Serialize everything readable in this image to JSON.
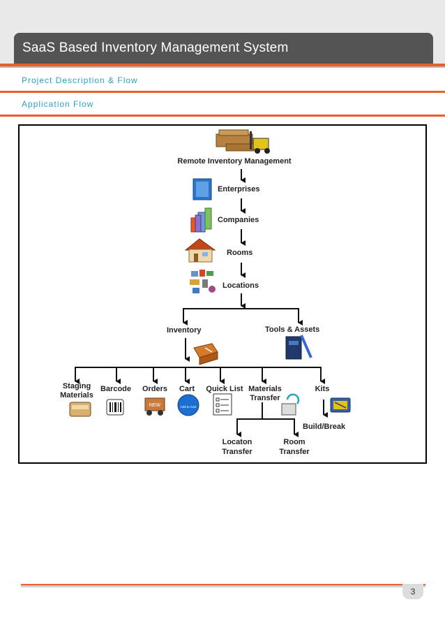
{
  "header": {
    "title": "SaaS Based Inventory Management System"
  },
  "sections": {
    "project_description": "Project Description & Flow",
    "application_flow": "Application Flow"
  },
  "diagram": {
    "root": "Remote Inventory Management",
    "enterprises": "Enterprises",
    "companies": "Companies",
    "rooms": "Rooms",
    "locations": "Locations",
    "inventory": "Inventory",
    "tools_assets": "Tools & Assets",
    "staging_materials_line1": "Staging",
    "staging_materials_line2": "Materials",
    "barcode": "Barcode",
    "orders": "Orders",
    "cart": "Cart",
    "quick_list": "Quick List",
    "materials_transfer_line1": "Materials",
    "materials_transfer_line2": "Transfer",
    "kits": "Kits",
    "build_break": "Build/Break",
    "location_transfer_line1": "Locaton",
    "location_transfer_line2": "Transfer",
    "room_transfer_line1": "Room",
    "room_transfer_line2": "Transfer",
    "cart_icon_text": "Add to Cart",
    "orders_icon_text": "NEW"
  },
  "footer": {
    "page_number": "3"
  },
  "colors": {
    "accent": "#e8602c",
    "header_bg": "#545454",
    "section_text": "#2aa0c7"
  }
}
